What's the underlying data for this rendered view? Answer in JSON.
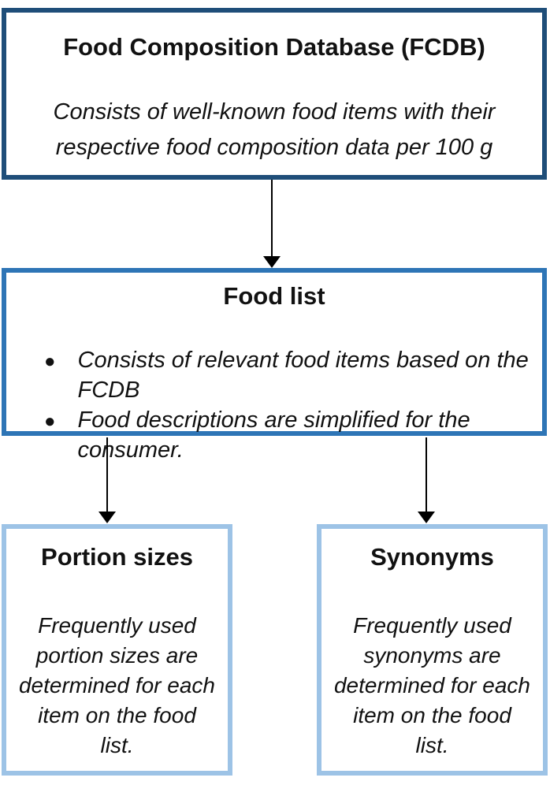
{
  "diagram": {
    "fcdb_box": {
      "title": "Food Composition Database (FCDB)",
      "body": "Consists of well-known food items with their\nrespective food composition data per 100 g"
    },
    "food_list_box": {
      "title": "Food list",
      "bullets": [
        "Consists of relevant food items based on the FCDB",
        "Food descriptions are simplified for the consumer."
      ],
      "bullet_glyph": "●"
    },
    "portion_sizes_box": {
      "title": "Portion sizes",
      "body": "Frequently used\nportion sizes are\ndetermined for each\nitem on the food\nlist."
    },
    "synonyms_box": {
      "title": "Synonyms",
      "body": "Frequently used\nsynonyms are\ndetermined for each\nitem on the food\nlist."
    },
    "colors": {
      "dark_blue_border": "#1F4E79",
      "medium_blue_border": "#2E75B6",
      "light_blue_border": "#9DC3E6",
      "arrow": "#000000",
      "background": "#FFFFFF",
      "text": "#111111"
    }
  }
}
